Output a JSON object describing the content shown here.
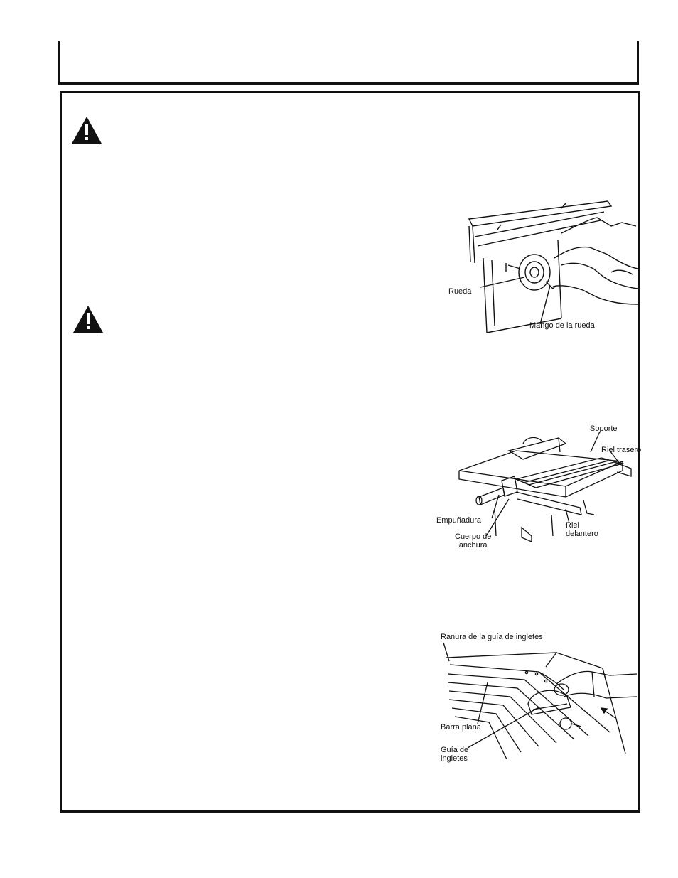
{
  "figures": {
    "fig1": {
      "labels": {
        "wheel": "Rueda",
        "wheel_handle": "Mango de la rueda"
      }
    },
    "fig2": {
      "labels": {
        "support": "Soporte",
        "rear_rail": "Riel trasero",
        "grip": "Empuñadura",
        "width_body": "Cuerpo de\nanchura",
        "front_rail": "Riel\ndelantero"
      }
    },
    "fig3": {
      "labels": {
        "miter_slot": "Ranura de la guía de ingletes",
        "flat_bar": "Barra plana",
        "miter_gauge": "Guía de\ningletes"
      }
    }
  },
  "colors": {
    "ink": "#111111",
    "paper": "#ffffff"
  },
  "icons": [
    "warning-triangle-icon",
    "warning-triangle-icon"
  ]
}
